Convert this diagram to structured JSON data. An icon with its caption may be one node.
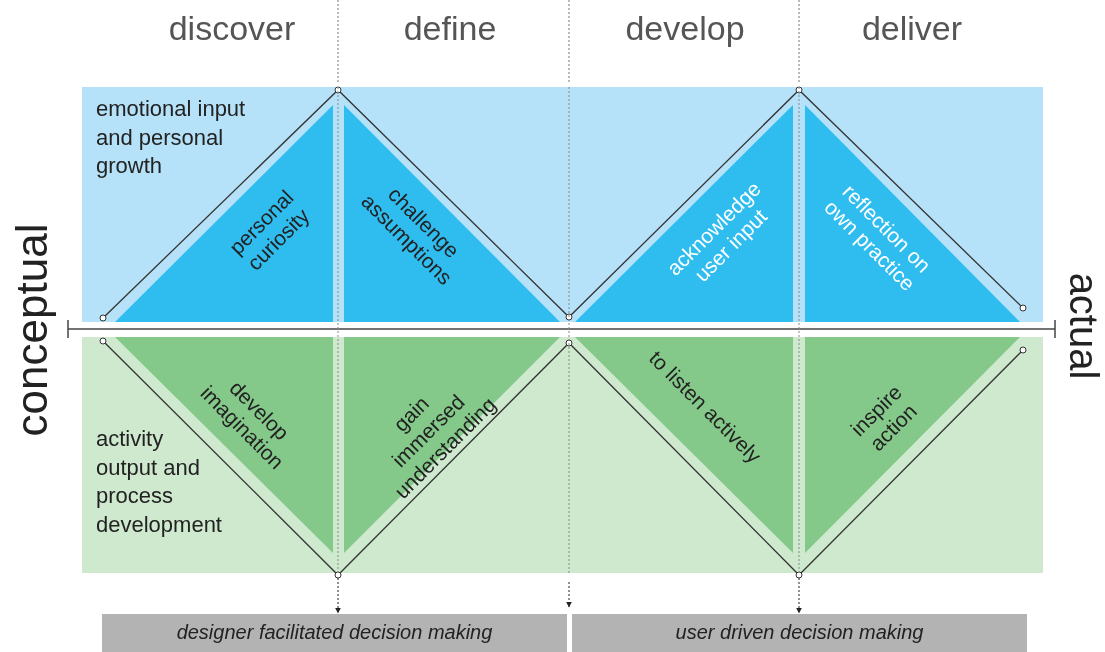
{
  "diagram": {
    "nodes": [
      {
        "text": [
          "emotional input and personal growth"
        ]
      },
      {
        "text": [
          "activity output and process development"
        ]
      },
      {
        "text": [
          "personal curiosity"
        ],
        "in": 0
      },
      {
        "text": [
          "challenge assumptions"
        ],
        "in": 0
      },
      {
        "text": [
          "acknowledge user input"
        ],
        "in": 0
      },
      {
        "text": [
          "reflection on own practice"
        ],
        "in": 0
      },
      {
        "text": [
          "develop imagination"
        ],
        "in": 1
      },
      {
        "text": [
          "gain immersed understanding"
        ],
        "in": 1
      },
      {
        "text": [
          "to listen actively"
        ],
        "in": 1
      },
      {
        "text": [
          "inspire action"
        ],
        "in": 1
      },
      {
        "text": [
          "designer facilitated decision making"
        ]
      },
      {
        "text": [
          "user driven decision making"
        ]
      }
    ],
    "edges": [
      {
        "from": 1,
        "to": 10,
        "arrow": "to",
        "style": "dashed"
      },
      {
        "from": 1,
        "to": 11,
        "arrow": "to",
        "style": "dashed"
      }
    ],
    "labels": [
      "discover",
      "define",
      "develop",
      "deliver",
      "conceptual",
      "actual"
    ]
  }
}
